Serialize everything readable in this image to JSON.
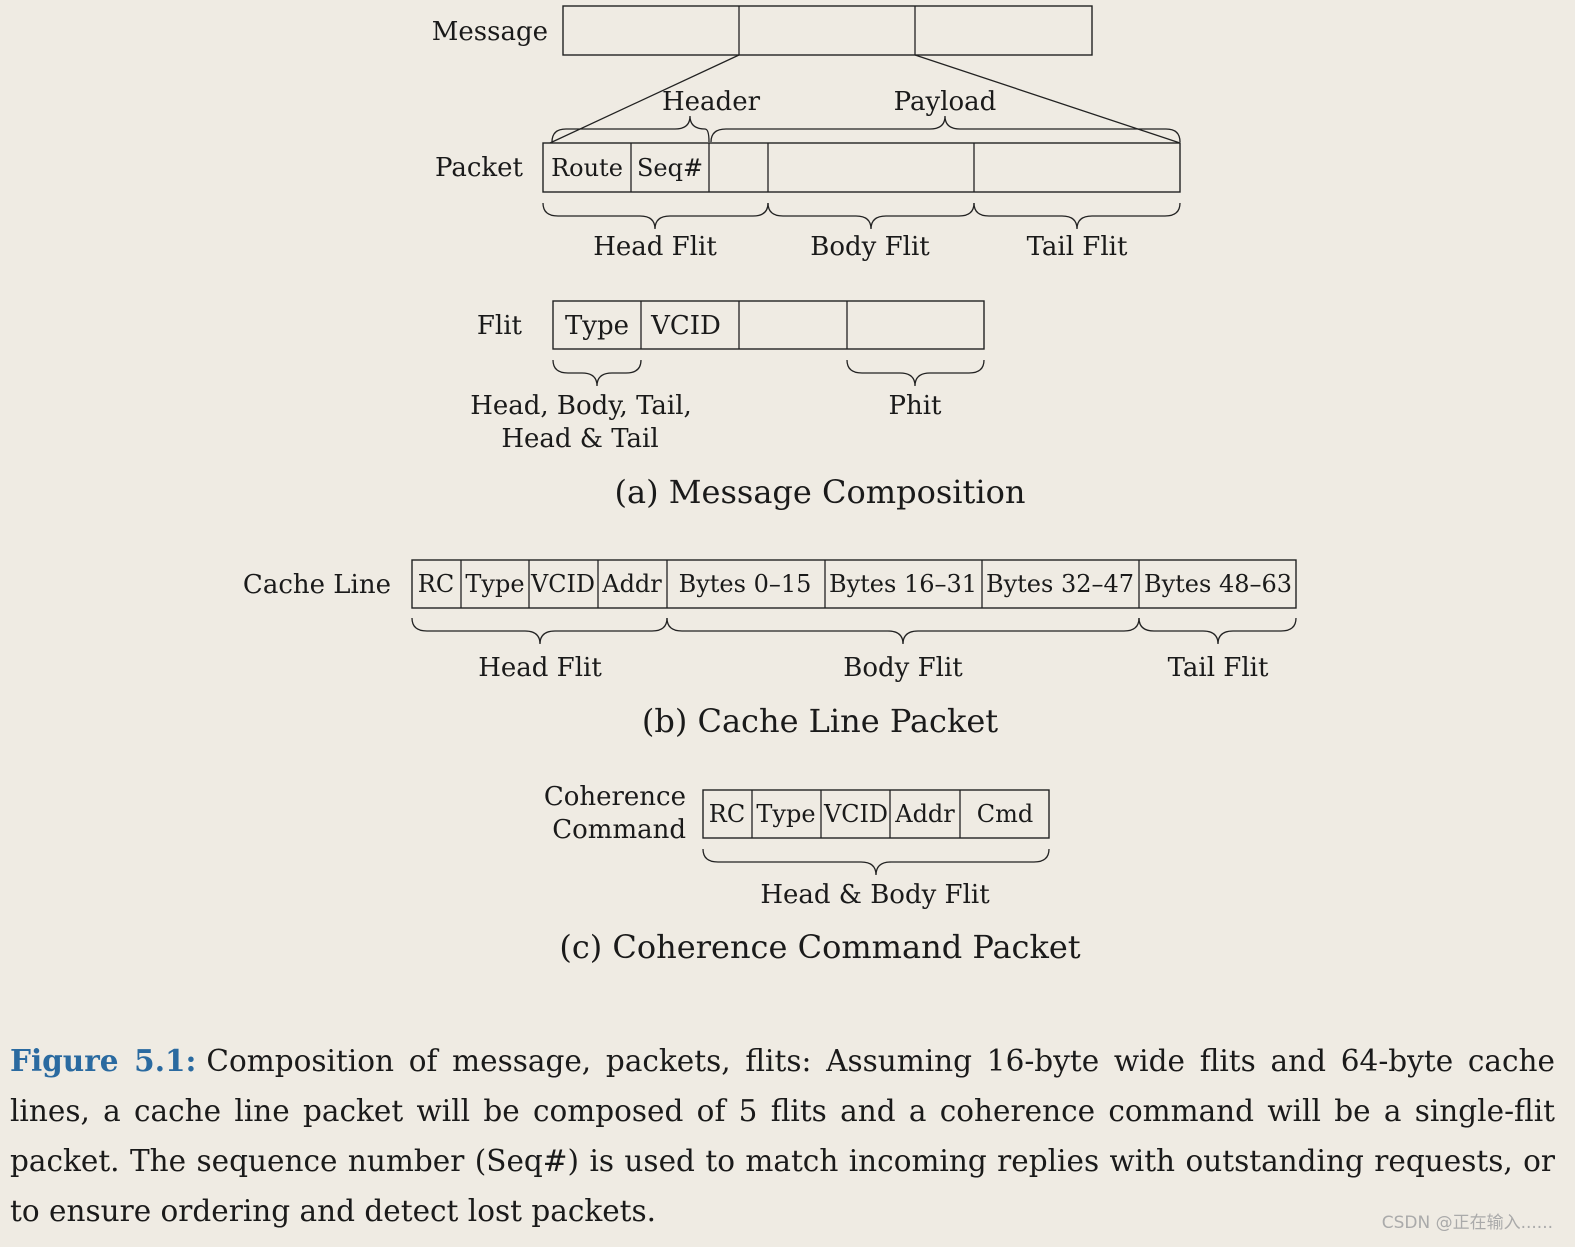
{
  "diagram": {
    "section_a": {
      "message_label": "Message",
      "header_label": "Header",
      "payload_label": "Payload",
      "packet_label": "Packet",
      "route_cell": "Route",
      "seq_cell": "Seq#",
      "head_flit": "Head Flit",
      "body_flit": "Body Flit",
      "tail_flit": "Tail Flit",
      "flit_label": "Flit",
      "type_cell": "Type",
      "vcid_cell": "VCID",
      "type_values_line1": "Head, Body, Tail,",
      "type_values_line2": "Head & Tail",
      "phit_label": "Phit",
      "caption": "(a) Message Composition"
    },
    "section_b": {
      "cache_line_label": "Cache Line",
      "cells": [
        "RC",
        "Type",
        "VCID",
        "Addr",
        "Bytes 0–15",
        "Bytes 16–31",
        "Bytes 32–47",
        "Bytes 48–63"
      ],
      "head_flit": "Head Flit",
      "body_flit": "Body Flit",
      "tail_flit": "Tail Flit",
      "caption": "(b) Cache Line Packet"
    },
    "section_c": {
      "label_line1": "Coherence",
      "label_line2": "Command",
      "cells": [
        "RC",
        "Type",
        "VCID",
        "Addr",
        "Cmd"
      ],
      "head_body_flit": "Head & Body Flit",
      "caption": "(c) Coherence Command Packet"
    }
  },
  "figure_caption": {
    "label": "Figure 5.1:",
    "text": "Composition of message, packets, flits: Assuming 16-byte wide flits and 64-byte cache lines, a cache line packet will be composed of 5 flits and a coherence command will be a single-flit packet. The sequence number (Seq#) is used to match incoming replies with outstanding requests, or to ensure ordering and detect lost packets."
  },
  "watermark": "CSDN @正在输入......",
  "colors": {
    "background": "#efebe3",
    "caption_label": "#2a6aa0",
    "ink": "#1a1a1a"
  }
}
